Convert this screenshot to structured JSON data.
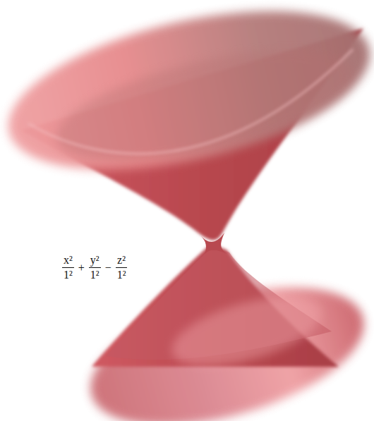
{
  "diagram": {
    "labels": [
      "x²",
      "1²",
      "+",
      "y²",
      "1²",
      "−",
      "z²",
      "1²"
    ]
  }
}
